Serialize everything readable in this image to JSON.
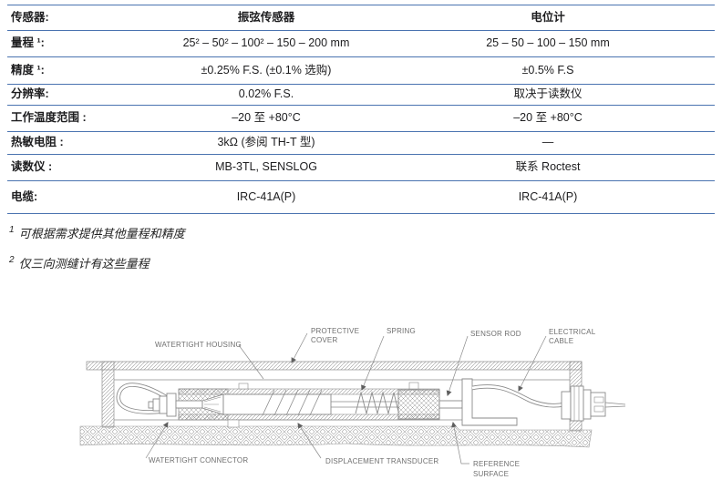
{
  "accent_color": "#4a73b0",
  "table": {
    "rows": [
      {
        "label": "传感器:",
        "vibrating_wire": "振弦传感器",
        "potentiometer": "电位计"
      },
      {
        "label": "量程 ¹:",
        "vibrating_wire": "25² – 50² – 100² – 150 – 200 mm",
        "potentiometer": "25 – 50 – 100 – 150 mm"
      },
      {
        "label": "精度 ¹:",
        "vibrating_wire": "±0.25% F.S. (±0.1% 选购)",
        "potentiometer": "±0.5% F.S"
      },
      {
        "label": "分辨率:",
        "vibrating_wire": "0.02% F.S.",
        "potentiometer": "取决于读数仪"
      },
      {
        "label": "工作温度范围 :",
        "vibrating_wire": "–20 至 +80°C",
        "potentiometer": "–20 至 +80°C"
      },
      {
        "label": "热敏电阻 :",
        "vibrating_wire": "3kΩ (参阅 TH-T 型)",
        "potentiometer": "—"
      },
      {
        "label": "读数仪 :",
        "vibrating_wire": "MB-3TL, SENSLOG",
        "potentiometer": "联系 Roctest"
      },
      {
        "label": "电缆:",
        "vibrating_wire": "IRC-41A(P)",
        "potentiometer": "IRC-41A(P)"
      }
    ]
  },
  "footnotes": [
    {
      "marker": "1",
      "text": "可根据需求提供其他量程和精度"
    },
    {
      "marker": "2",
      "text": "仅三向测缝计有这些量程"
    }
  ],
  "diagram": {
    "labels": {
      "watertight_housing": "WATERTIGHT HOUSING",
      "protective_cover_1": "PROTECTIVE",
      "protective_cover_2": "COVER",
      "spring": "SPRING",
      "sensor_rod": "SENSOR ROD",
      "electrical_cable_1": "ELECTRICAL",
      "electrical_cable_2": "CABLE",
      "watertight_connector": "WATERTIGHT CONNECTOR",
      "displacement_transducer": "DISPLACEMENT TRANSDUCER",
      "reference_surface_1": "REFERENCE",
      "reference_surface_2": "SURFACE"
    }
  }
}
